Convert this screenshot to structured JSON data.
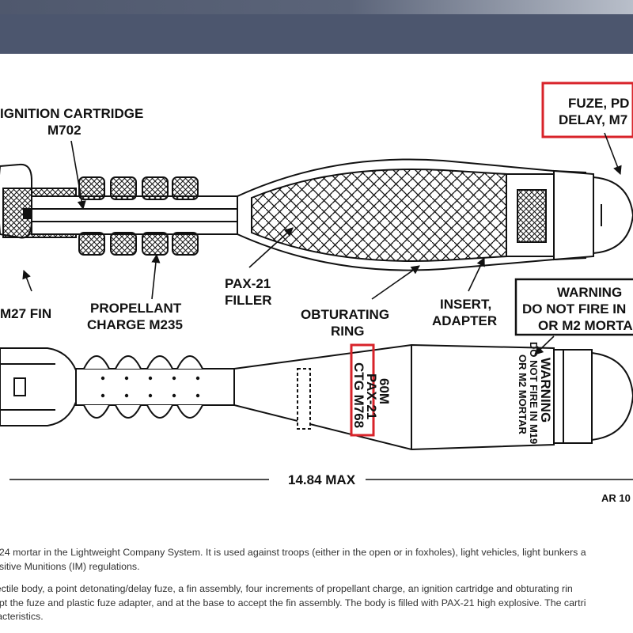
{
  "labels": {
    "ignition_line1": "IGNITION CARTRIDGE",
    "ignition_line2": "M702",
    "fuze_line1": "FUZE, PD",
    "fuze_line2": "DELAY, M7",
    "fin": "M27 FIN",
    "propellant_line1": "PROPELLANT",
    "propellant_line2": "CHARGE M235",
    "filler_line1": "PAX-21",
    "filler_line2": "FILLER",
    "obturating_line1": "OBTURATING",
    "obturating_line2": "RING",
    "insert_line1": "INSERT,",
    "insert_line2": "ADAPTER",
    "warning_title": "WARNING",
    "warning_line1": "DO NOT FIRE IN",
    "warning_line2": "OR M2 MORTA",
    "marking_line1": "60M",
    "marking_line2": "PAX-21",
    "marking_line3": "CTG M768",
    "side_warning_title": "WARNING",
    "side_warning_line1": "DO NOT FIRE IN M19",
    "side_warning_line2": "OR M2 MORTAR",
    "dimension": "14.84 MAX",
    "figure_ref": "AR 10"
  },
  "colors": {
    "highlight": "#d8232a",
    "banner": "#4c566e",
    "ink": "#111111"
  },
  "caption": {
    "para1_line1": "224 mortar in the Lightweight Company System. It is used against troops (either in the open or in foxholes), light vehicles, light bunkers a",
    "para1_line2": "nsitive Munitions (IM) regulations.",
    "para2_line1": "jectile body, a point detonating/delay fuze, a fin assembly, four increments of propellant charge, an ignition cartridge and obturating rin",
    "para2_line2": "ept the fuze and plastic fuze adapter, and at the base to accept the fin assembly. The body is filled with PAX-21 high explosive. The cartri",
    "para2_line3": "racteristics."
  }
}
